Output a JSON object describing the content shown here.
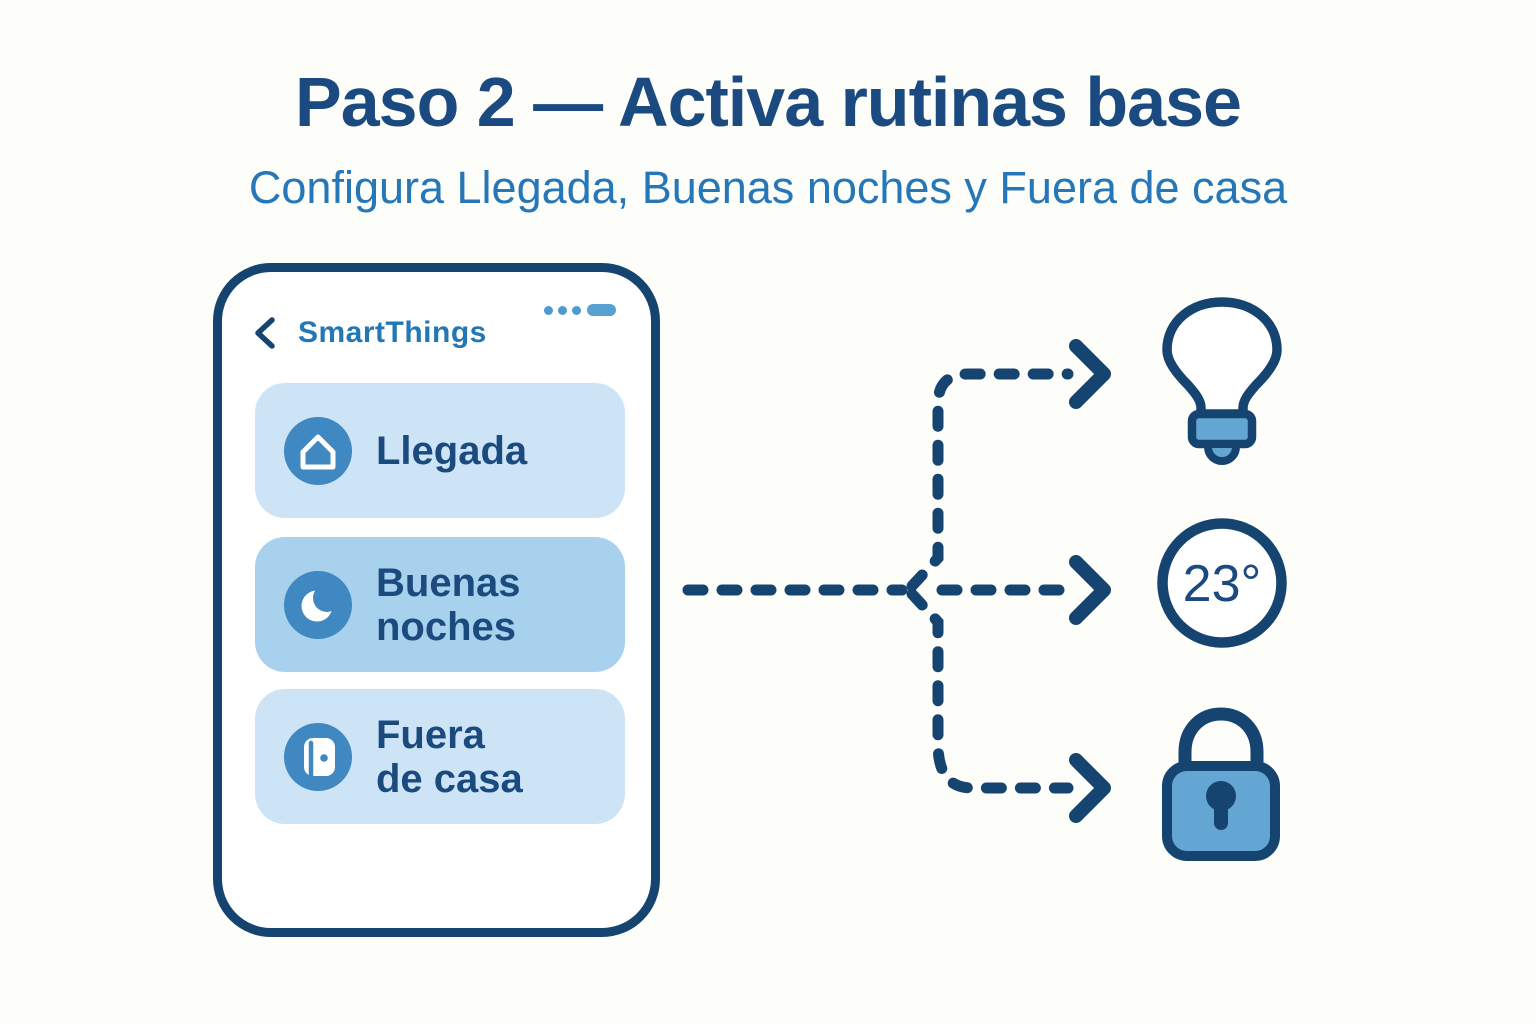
{
  "page": {
    "title": "Paso 2 — Activa rutinas base",
    "subtitle": "Configura Llegada, Buenas noches y Fuera de casa"
  },
  "colors": {
    "title_navy": "#1a4a80",
    "accent_blue": "#2577b7",
    "line_navy": "#164471",
    "card_light": "#cde4f6",
    "card_highlight": "#a7d1ec",
    "icon_circle_blue": "#3f88c1",
    "icon_fill_blue": "#63a6d4",
    "background": "#fdfdf9"
  },
  "phone": {
    "app_title": "SmartThings",
    "routines": [
      {
        "label": "Llegada",
        "lines": [
          "Llegada",
          ""
        ],
        "icon": "home-icon",
        "highlighted": false
      },
      {
        "label": "Buenas noches",
        "lines": [
          "Buenas",
          "noches"
        ],
        "icon": "moon-icon",
        "highlighted": true
      },
      {
        "label": "Fuera de casa",
        "lines": [
          "Fuera",
          "de casa"
        ],
        "icon": "door-icon",
        "highlighted": false
      }
    ]
  },
  "outcomes": [
    {
      "icon": "lightbulb-icon"
    },
    {
      "icon": "thermostat-icon",
      "value": "23°"
    },
    {
      "icon": "lock-icon"
    }
  ]
}
